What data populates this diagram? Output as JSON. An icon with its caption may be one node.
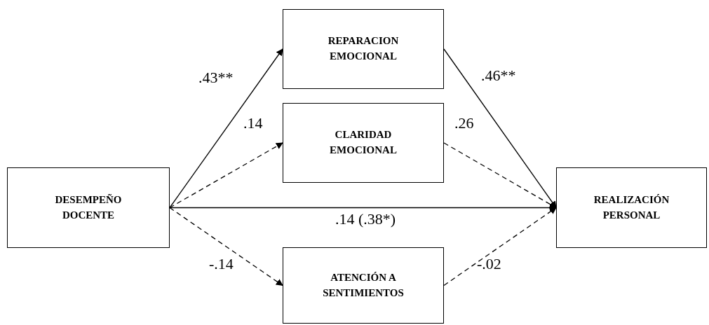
{
  "diagram": {
    "nodes": [
      {
        "text": [
          "DESEMPEÑO DOCENTE"
        ]
      },
      {
        "text": [
          "REPARACION EMOCIONAL"
        ]
      },
      {
        "text": [
          "CLARIDAD EMOCIONAL"
        ]
      },
      {
        "text": [
          "ATENCIÓN A SENTIMIENTOS"
        ]
      },
      {
        "text": [
          "REALIZACIÓN PERSONAL"
        ]
      }
    ],
    "edges": [
      {
        "from": 0,
        "to": 1,
        "arrow": "to",
        "label": ".43**"
      },
      {
        "from": 0,
        "to": 2,
        "arrow": "to",
        "label": ".14",
        "style": "dashed"
      },
      {
        "from": 0,
        "to": 4,
        "arrow": "to",
        "label": ".14 (.38*)"
      },
      {
        "from": 0,
        "to": 3,
        "arrow": "to",
        "label": "-.14",
        "style": "dashed"
      },
      {
        "from": 1,
        "to": 4,
        "arrow": "to",
        "label": ".46**"
      },
      {
        "from": 2,
        "to": 4,
        "arrow": "to",
        "label": ".26",
        "style": "dashed"
      },
      {
        "from": 3,
        "to": 4,
        "arrow": "to",
        "label": "-.02",
        "style": "dashed"
      }
    ]
  }
}
